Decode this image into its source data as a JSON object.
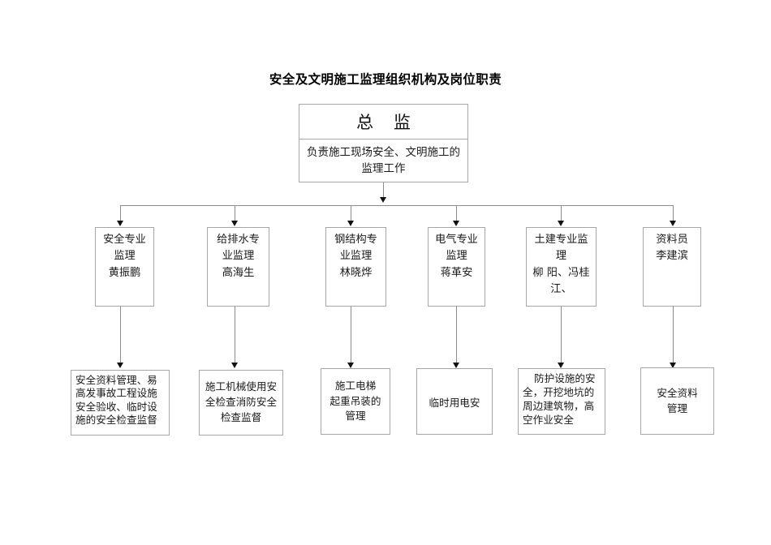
{
  "title": "安全及文明施工监理组织机构及岗位职责",
  "director": {
    "role": "总  监",
    "duty": "负责施工现场安全、文明施工的监理工作"
  },
  "roles": [
    {
      "name": "role-safety",
      "text": "安全专业\n监理\n黄振鹏"
    },
    {
      "name": "role-water-supply",
      "text": "给排水专\n业监理\n高海生"
    },
    {
      "name": "role-steel",
      "text": "钢结构专\n业监理\n林晓烨"
    },
    {
      "name": "role-electrical",
      "text": "电气专业\n监理\n蒋革安"
    },
    {
      "name": "role-civil",
      "text": "土建专业监\n理\n柳 阳、冯桂\n江、"
    },
    {
      "name": "role-archivist",
      "text": "资料员\n李建滨"
    }
  ],
  "duties": [
    {
      "name": "duty-safety",
      "text": "安全资料管理、易高发事故工程设施安全验收、临时设施的安全检查监督"
    },
    {
      "name": "duty-water-supply",
      "text": "施工机械使用安全检查消防安全检查监督"
    },
    {
      "name": "duty-steel",
      "text": "施工电梯\n起重吊装的\n管理"
    },
    {
      "name": "duty-electrical",
      "text": "临时用电安"
    },
    {
      "name": "duty-civil",
      "text": "防护设施的安全，开挖地坑的周边建筑物，高空作业安全"
    },
    {
      "name": "duty-archivist",
      "text": "安全资料\n管理"
    }
  ],
  "colors": {
    "box_border": "#a6a6a6",
    "connector": "#8c8c8c",
    "arrow": "#111111",
    "background": "#ffffff",
    "text": "#1a1a1a"
  }
}
